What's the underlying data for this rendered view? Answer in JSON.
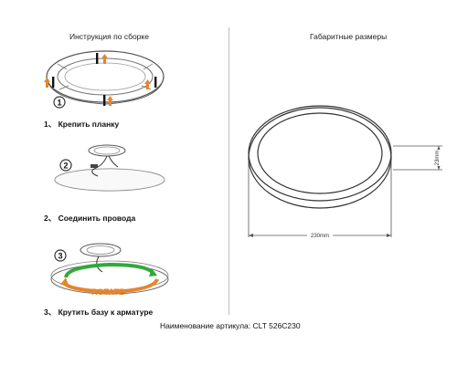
{
  "left_header": "Инструкция по сборке",
  "right_header": "Габаритные размеры",
  "steps": [
    {
      "number": "1",
      "label": "1、 Крепить планку"
    },
    {
      "number": "2",
      "label": "2、 Соединить провода"
    },
    {
      "number": "3",
      "label": "3、 Крутить базу к арматуре",
      "rotate_label": "ROTATE"
    }
  ],
  "dimensions": {
    "diameter": "230mm",
    "height": "23mm"
  },
  "footer": "Наименование артикула: CLT 526C230",
  "colors": {
    "arrow_orange": "#e8842a",
    "arrow_green": "#2faa3a",
    "line": "#333333"
  }
}
